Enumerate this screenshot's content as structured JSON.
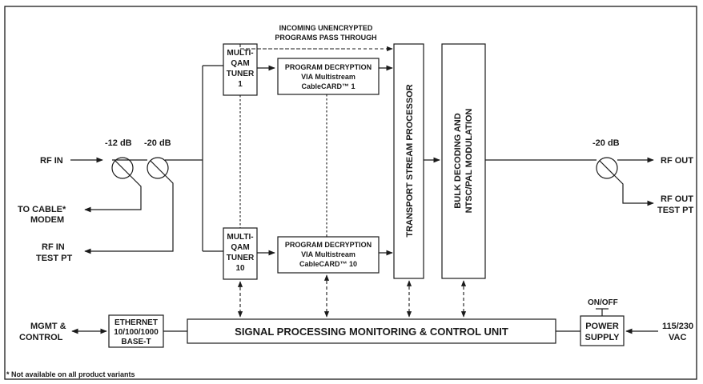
{
  "diagram": {
    "rf_in": "RF IN",
    "atten1": "-12 dB",
    "atten2": "-20 dB",
    "cable_modem": [
      "TO CABLE*",
      "MODEM"
    ],
    "rf_in_test": [
      "RF IN",
      "TEST PT"
    ],
    "tuner1": [
      "MULTI-",
      "QAM",
      "TUNER",
      "1"
    ],
    "tuner10": [
      "MULTI-",
      "QAM",
      "TUNER",
      "10"
    ],
    "decrypt1": [
      "PROGRAM DECRYPTION",
      "VIA Multistream",
      "CableCARD™ 1"
    ],
    "decrypt10": [
      "PROGRAM DECRYPTION",
      "VIA Multistream",
      "CableCARD™ 10"
    ],
    "passthrough": [
      "INCOMING UNENCRYPTED",
      "PROGRAMS PASS THROUGH"
    ],
    "tsp": "TRANSPORT STREAM PROCESSOR",
    "bulk": [
      "BULK DECODING AND",
      "NTSC/PAL MODULATION"
    ],
    "atten_out": "-20 dB",
    "rf_out": "RF OUT",
    "rf_out_test": [
      "RF OUT",
      "TEST PT"
    ],
    "mgmt": [
      "MGMT &",
      "CONTROL"
    ],
    "ethernet": [
      "ETHERNET",
      "10/100/1000",
      "BASE-T"
    ],
    "spmcu": "SIGNAL PROCESSING MONITORING & CONTROL UNIT",
    "onoff": "ON/OFF",
    "power": [
      "POWER",
      "SUPPLY"
    ],
    "vac": [
      "115/230",
      "VAC"
    ],
    "footnote": "* Not available on all product variants"
  }
}
